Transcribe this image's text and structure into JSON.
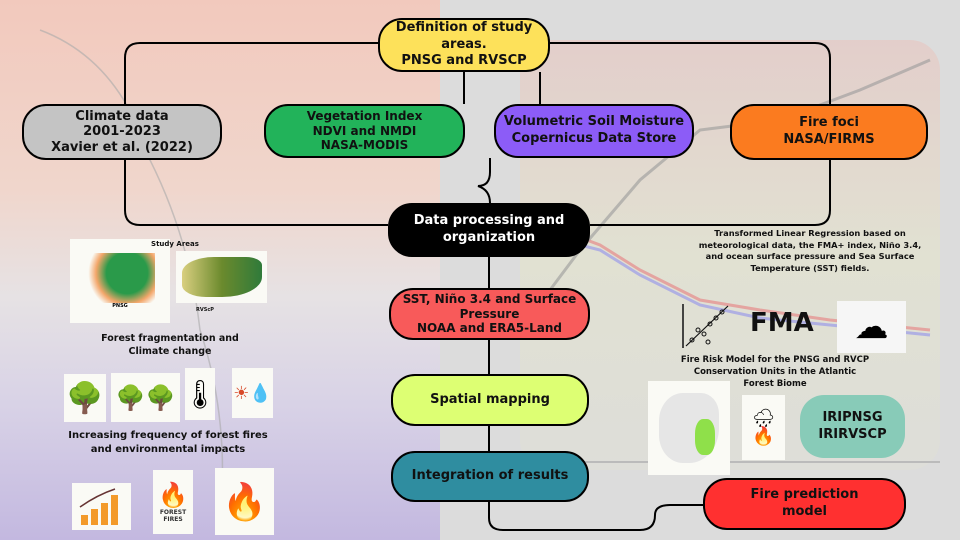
{
  "top": {
    "line1": "Definition of study areas.",
    "line2": "PNSG and RVSCP"
  },
  "climate": {
    "line1": "Climate data",
    "line2": "2001-2023",
    "line3": "Xavier et al. (2022)"
  },
  "vegetation": {
    "line1": "Vegetation Index",
    "line2": "NDVI and NMDI",
    "line3": "NASA-MODIS"
  },
  "soil": {
    "line1": "Volumetric Soil Moisture",
    "line2": "Copernicus Data Store"
  },
  "fire_foci": {
    "line1": "Fire foci",
    "line2": "NASA/FIRMS"
  },
  "processing": {
    "line1": "Data processing and",
    "line2": "organization"
  },
  "sst": {
    "line1": "SST, Niño 3.4 and Surface",
    "line2": "Pressure",
    "line3": "NOAA and ERA5-Land"
  },
  "spatial": {
    "label": "Spatial mapping"
  },
  "integration": {
    "label": "Integration of results"
  },
  "prediction": {
    "line1": "Fire prediction",
    "line2": "model"
  },
  "left": {
    "study_areas": "Study Areas",
    "pnsg": "PNSG",
    "rvscp": "RVScP",
    "fragmentation": "Forest fragmentation and Climate change",
    "frequency": "Increasing frequency of forest fires and environmental impacts",
    "forest_fires": "FOREST FIRES"
  },
  "right": {
    "regression": "Transformed Linear Regression based on meteorological data, the FMA+ index, Niño 3.4, and ocean surface pressure and Sea Surface Temperature (SST) fields.",
    "fma": "FMA",
    "risk_model": "Fire Risk Model for the PNSG and RVCP Conservation Units in the Atlantic Forest Biome",
    "index1": "IRIPNSG",
    "index2": "IRIRVSCP"
  },
  "colors": {
    "yellow": "#fde15a",
    "grey": "#c4c4c4",
    "green": "#22b35a",
    "purple": "#8c5cf7",
    "orange": "#fb7b1f",
    "black": "#000000",
    "red": "#f85a5a",
    "lime": "#ddff73",
    "teal": "#2f8da0",
    "firered": "#ff3030",
    "mint": "#88cbb8"
  }
}
